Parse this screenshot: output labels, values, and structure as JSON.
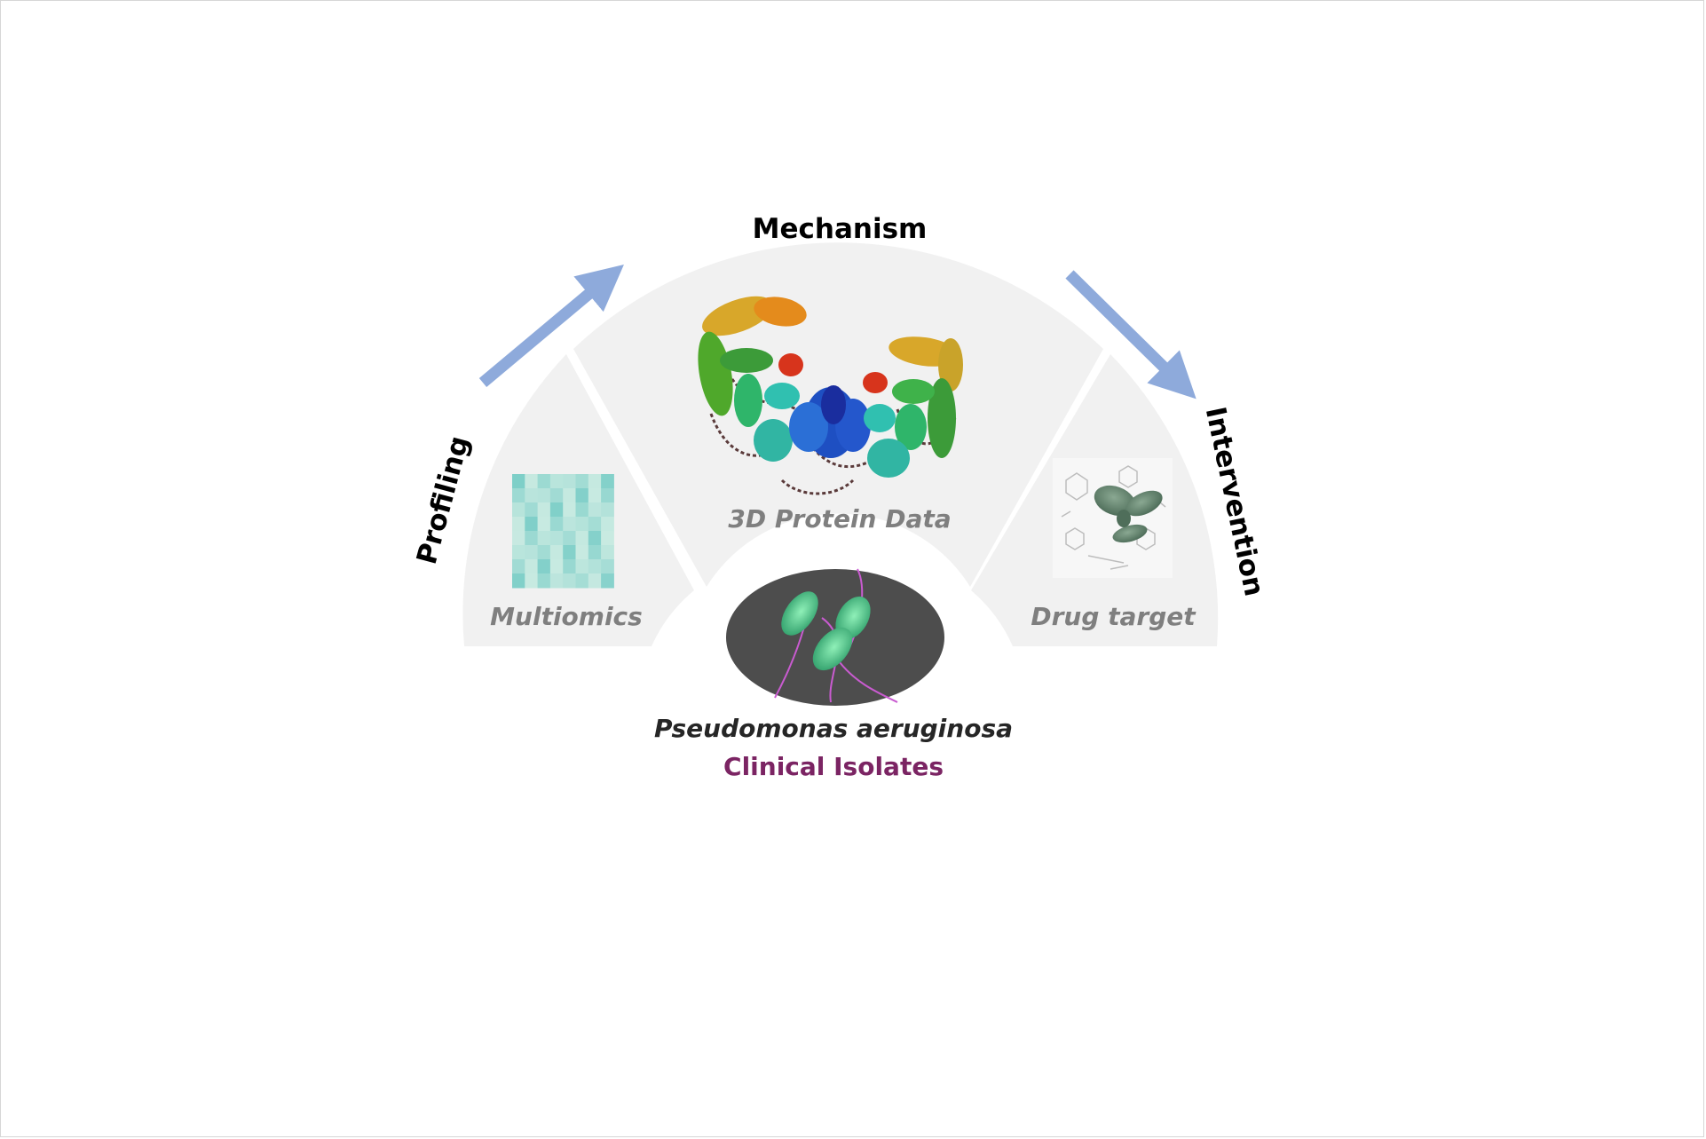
{
  "stages": {
    "profiling": "Profiling",
    "mechanism": "Mechanism",
    "intervention": "Intervention"
  },
  "segments": {
    "left": "Multiomics",
    "middle": "3D Protein Data",
    "right": "Drug target"
  },
  "center": {
    "organism": "Pseudomonas aeruginosa",
    "subtitle": "Clinical Isolates"
  },
  "colors": {
    "segment_fill": "#f1f1f1",
    "segment_text": "#7f7f7f",
    "arrow": "#8eaadb",
    "subtitle": "#7b2463",
    "stage_text": "#000000",
    "organism_text": "#262626",
    "ellipse": "#4d4d4d",
    "bacteria": "#4fc48d",
    "heatmap_a": "#5cc2bd",
    "heatmap_b": "#e3f4ea"
  }
}
